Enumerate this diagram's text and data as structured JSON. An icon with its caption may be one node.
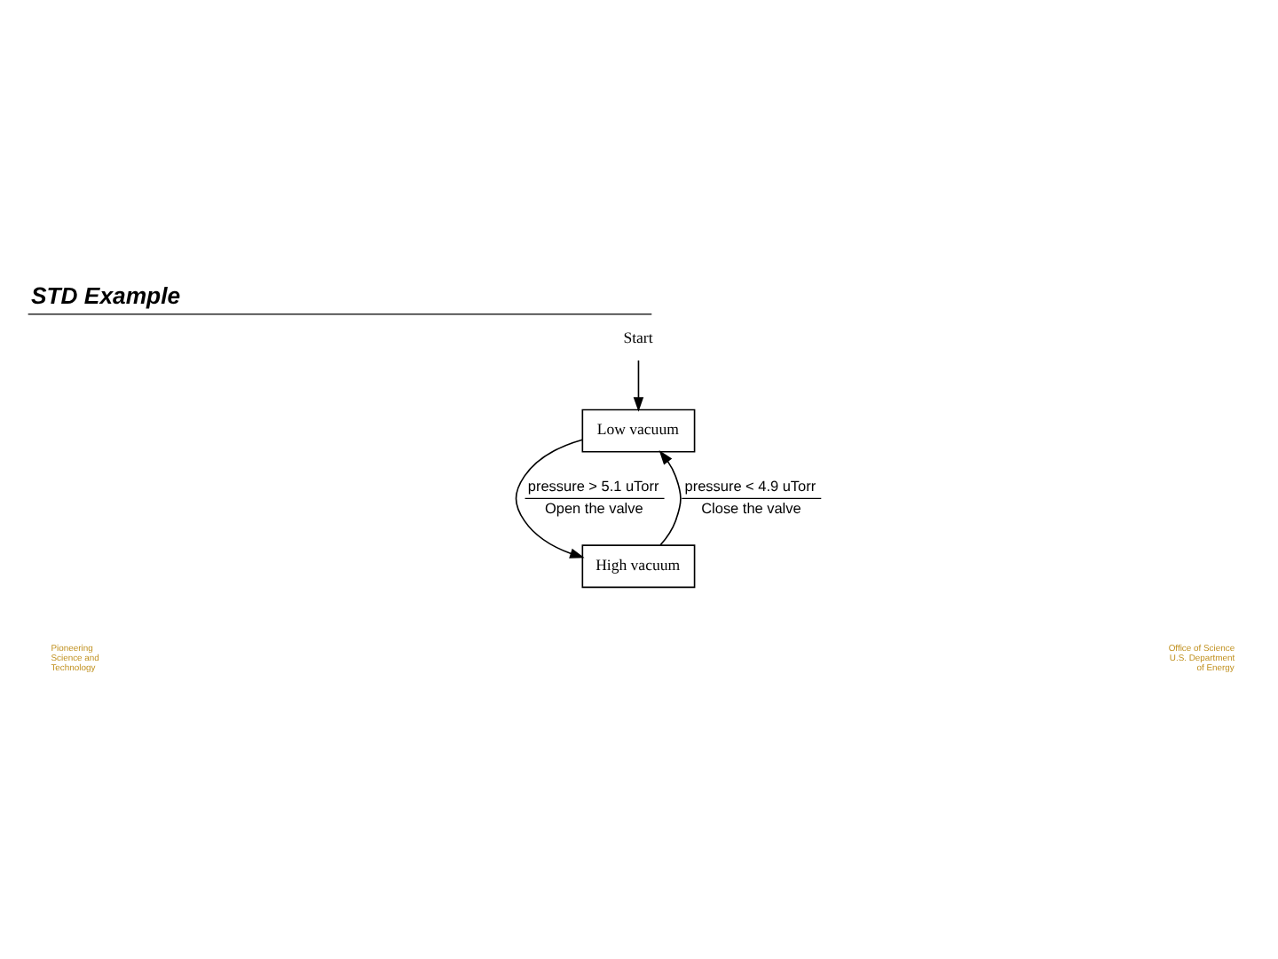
{
  "diagram": {
    "title": "STD Example",
    "nodes": [
      {
        "text": [
          "Start"
        ]
      },
      {
        "text": [
          "Low vacuum"
        ]
      },
      {
        "text": [
          "High vacuum"
        ]
      }
    ],
    "edges": [
      {
        "from": 0,
        "to": 1,
        "arrow": "to"
      },
      {
        "from": 1,
        "to": 2,
        "arrow": "to",
        "label": [
          "pressure > 5.1 uTorr",
          "Open the valve"
        ]
      },
      {
        "from": 2,
        "to": 1,
        "arrow": "to",
        "label": [
          "pressure < 4.9 uTorr",
          "Close the valve"
        ]
      }
    ],
    "labels": [
      "Pioneering Science and Technology",
      "Office of Science U.S. Department of Energy"
    ]
  }
}
